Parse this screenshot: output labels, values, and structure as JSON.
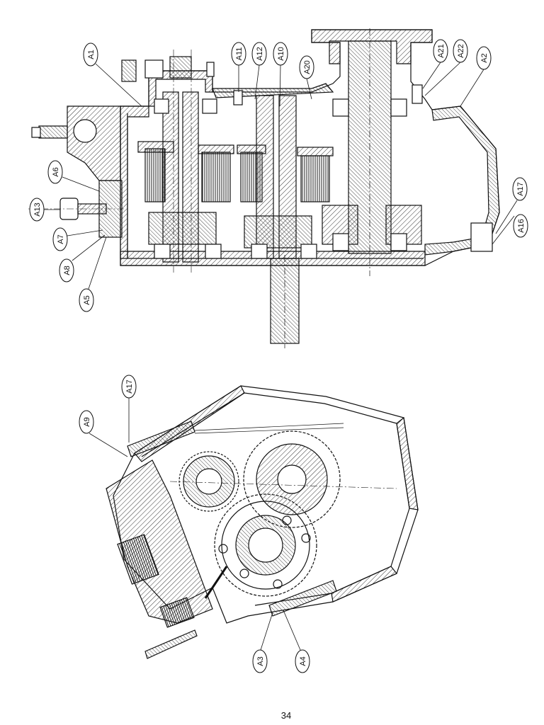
{
  "page_number": "34",
  "callouts_top": [
    "A1",
    "A11",
    "A12",
    "A10",
    "A20",
    "A21",
    "A22",
    "A2",
    "A6",
    "A13",
    "A7",
    "A8",
    "A5",
    "A17",
    "A16"
  ],
  "callouts_bottom": [
    "A17",
    "A9",
    "A3",
    "A4"
  ],
  "colors": {
    "line": "#111111",
    "hatch": "#333333",
    "paper": "#ffffff"
  }
}
